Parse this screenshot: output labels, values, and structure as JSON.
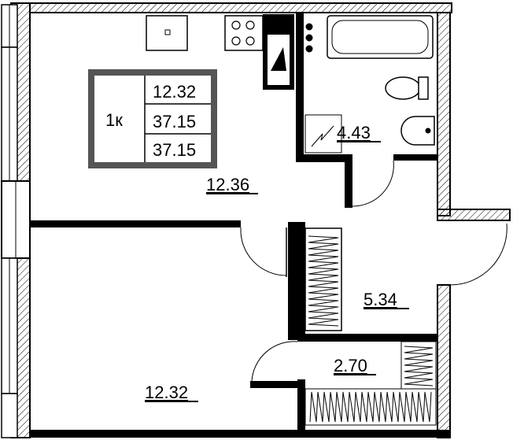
{
  "info_box": {
    "rooms": "1к",
    "values": [
      "12.32",
      "37.15",
      "37.15"
    ]
  },
  "rooms": [
    {
      "id": "kitchen",
      "area": "12.36"
    },
    {
      "id": "bathroom",
      "area": "4.43"
    },
    {
      "id": "hallway",
      "area": "5.34"
    },
    {
      "id": "storage",
      "area": "2.70"
    },
    {
      "id": "bedroom",
      "area": "12.32"
    }
  ],
  "colors": {
    "wall": "#000000",
    "info_border": "#555555",
    "hatch": "#000000",
    "background": "#ffffff"
  }
}
